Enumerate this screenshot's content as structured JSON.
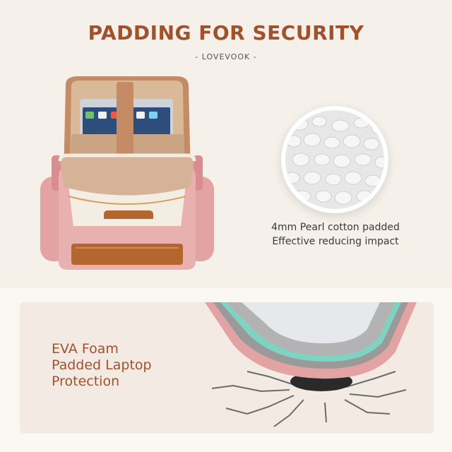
{
  "header": {
    "title": "PADDING FOR SECURITY",
    "brand": "- LOVEVOOK -"
  },
  "pearl_feature": {
    "line1": "4mm Pearl cotton padded",
    "line2": "Effective reducing impact"
  },
  "eva_feature": {
    "line1": "EVA Foam",
    "line2": "Padded Laptop",
    "line3": "Protection"
  },
  "colors": {
    "accent": "#a0522d",
    "background": "#f5f0ea",
    "bag_pink": "#e3a3a3",
    "bag_cream": "#f4ede3",
    "leather": "#b5652e",
    "lining": "#d9b998",
    "foam_green": "#7fd3c3"
  }
}
